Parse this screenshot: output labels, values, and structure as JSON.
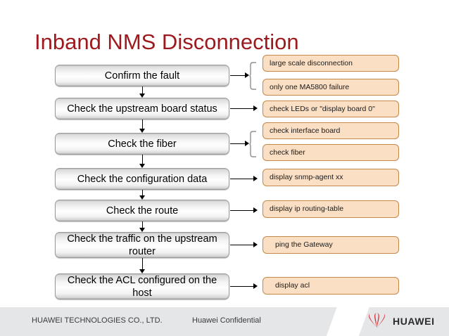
{
  "slide": {
    "title": "Inband NMS Disconnection",
    "title_color": "#9c1a1e",
    "background_color": "#ffffff"
  },
  "flow": {
    "box_fill": "#f4f4f4",
    "box_border": "#9a9a9a",
    "steps": [
      {
        "label": "Confirm the fault"
      },
      {
        "label": "Check the upstream board status"
      },
      {
        "label": "Check the fiber"
      },
      {
        "label": "Check the configuration data"
      },
      {
        "label": "Check the route"
      },
      {
        "label": "Check the traffic on the upstream router"
      },
      {
        "label": "Check the ACL configured on the host"
      }
    ]
  },
  "notes": {
    "box_fill": "#fbdfc4",
    "box_border": "#c4884a",
    "items": [
      {
        "text": "large scale disconnection"
      },
      {
        "text": "only one MA5800 failure"
      },
      {
        "text": "check LEDs or \"display board 0\""
      },
      {
        "text": "check interface board"
      },
      {
        "text": "check fiber"
      },
      {
        "text": "display snmp-agent  xx"
      },
      {
        "text": "display ip routing-table"
      },
      {
        "text": "ping the Gateway"
      },
      {
        "text": "display acl"
      }
    ]
  },
  "footer": {
    "company": "HUAWEI TECHNOLOGIES CO., LTD.",
    "confidential": "Huawei Confidential",
    "logo_text": "HUAWEI",
    "logo_color": "#d6232a",
    "background_color": "#e4e6e8"
  }
}
